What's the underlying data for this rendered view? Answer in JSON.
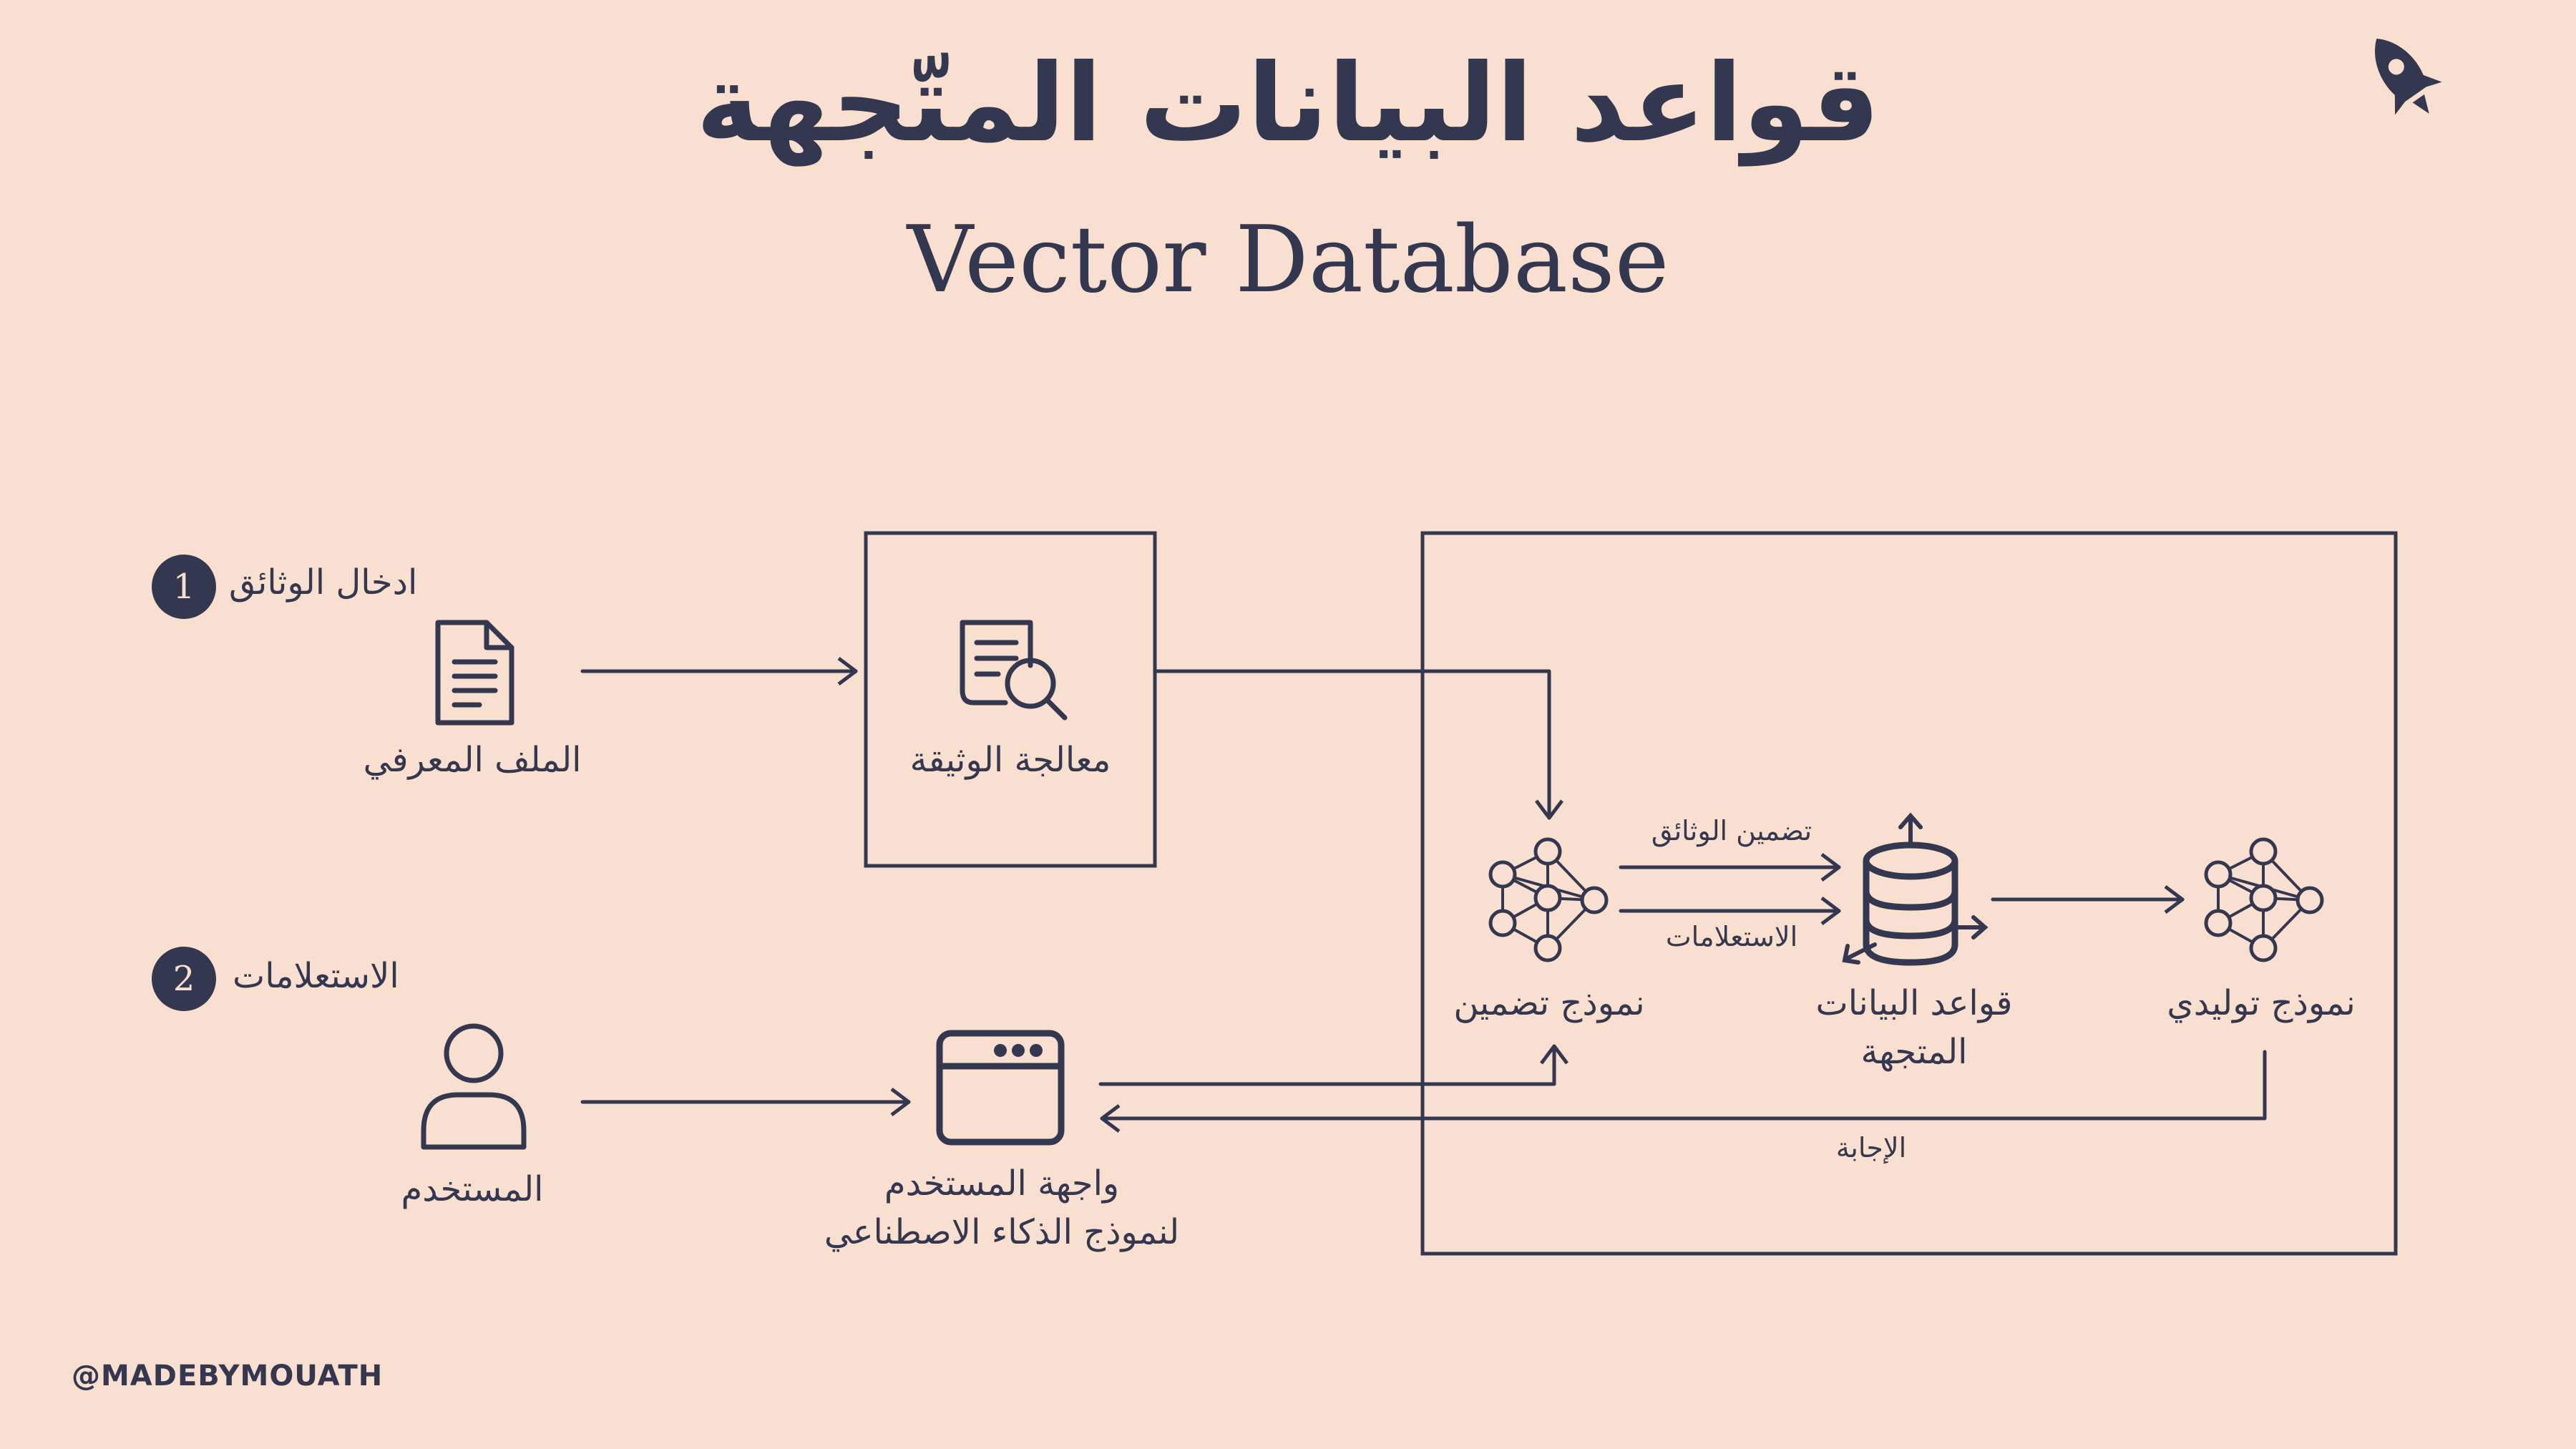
{
  "header": {
    "title_ar": "قواعد البيانات المتّجهة",
    "title_en": "Vector Database"
  },
  "steps": [
    {
      "number": "1",
      "label": "ادخال الوثائق"
    },
    {
      "number": "2",
      "label": "الاستعلامات"
    }
  ],
  "nodes": {
    "knowledge_file": "الملف المعرفي",
    "doc_processing": "معالجة الوثيقة",
    "user": "المستخدم",
    "ai_interface_line1": "واجهة المستخدم",
    "ai_interface_line2": "لنموذج الذكاء الاصطناعي",
    "embedding_model": "نموذج تضمين",
    "vector_db_line1": "قواعد البيانات",
    "vector_db_line2": "المتجهة",
    "generative_model": "نموذج توليدي"
  },
  "edges": {
    "doc_embedding": "تضمين الوثائق",
    "queries": "الاستعلامات",
    "answer": "الإجابة"
  },
  "footer": {
    "handle": "@MADEBYMOUATH"
  },
  "icons": {
    "logo": "rocket-icon",
    "knowledge_file": "document-icon",
    "doc_processing": "document-search-icon",
    "user": "user-icon",
    "ai_interface": "browser-window-icon",
    "embedding_model": "neural-network-icon",
    "vector_db": "database-icon",
    "generative_model": "neural-network-icon"
  },
  "colors": {
    "background": "#f9dfcf",
    "ink": "#343750"
  }
}
